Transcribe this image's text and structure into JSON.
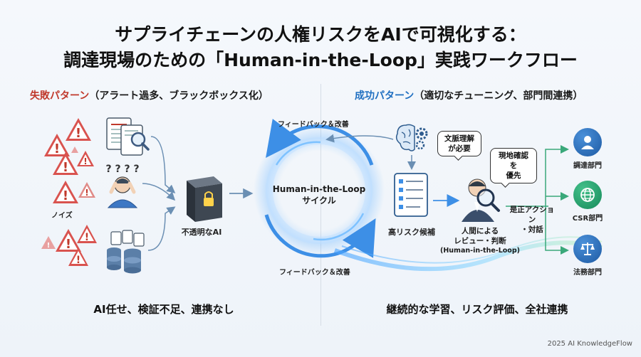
{
  "title_line1": "サプライチェーンの人権リスクをAIで可視化する：",
  "title_line2": "調達現場のための「Human-in-the-Loop」実践ワークフロー",
  "fail": {
    "heading_key": "失敗パターン",
    "heading_rest": "（アラート過多、ブラックボックス化）",
    "noise_label": "ノイズ",
    "opaque_ai_label": "不透明なAI",
    "summary": "AI任せ、検証不足、連携なし",
    "question_marks": "? ? ? ?"
  },
  "cycle": {
    "line1": "Human-in-the-Loop",
    "line2": "サイクル",
    "feedback_top": "フィードバック＆改善",
    "feedback_bottom": "フィードバック＆改善"
  },
  "success": {
    "heading_key": "成功パターン",
    "heading_rest": "（適切なチューニング、部門間連携）",
    "bubble_context_l1": "文脈理解",
    "bubble_context_l2": "が必要",
    "bubble_site_l1": "現地確認を",
    "bubble_site_l2": "優先",
    "high_risk_label": "高リスク候補",
    "review_l1": "人間による",
    "review_l2": "レビュー・判断",
    "review_l3": "(Human-in-the-Loop)",
    "action_l1": "是正アクション",
    "action_l2": "・対話",
    "summary": "継続的な学習、リスク評価、全社連携",
    "departments": [
      {
        "name": "調達部門",
        "icon": "person-icon"
      },
      {
        "name": "CSR部門",
        "icon": "globe-icon"
      },
      {
        "name": "法務部門",
        "icon": "scales-icon"
      }
    ]
  },
  "footer": "2025 AI KnowledgeFlow",
  "colors": {
    "warning_red": "#c0392b",
    "accent_blue": "#1f6fc1",
    "cycle_glow": "#4aa3ff"
  }
}
